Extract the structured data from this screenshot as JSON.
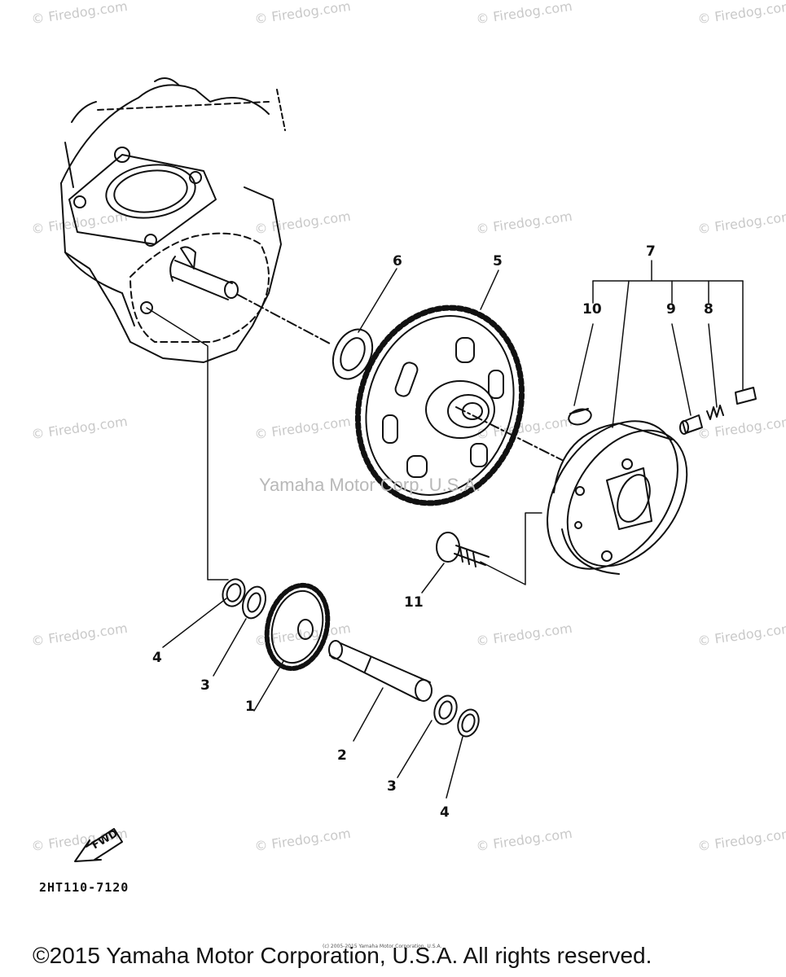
{
  "watermark": "© Firedog.com",
  "center_watermark": "Yamaha Motor Corp. U.S.A.",
  "callouts": [
    "1",
    "2",
    "3",
    "3",
    "4",
    "4",
    "5",
    "6",
    "7",
    "8",
    "9",
    "10",
    "11"
  ],
  "diagram_code": "2HT110-7120",
  "fwd_label": "FWD",
  "tiny_copyright": "(c) 2005-2015 Yamaha Motor Corporation, U.S.A.",
  "copyright": "©2015 Yamaha Motor Corporation, U.S.A. All rights reserved."
}
